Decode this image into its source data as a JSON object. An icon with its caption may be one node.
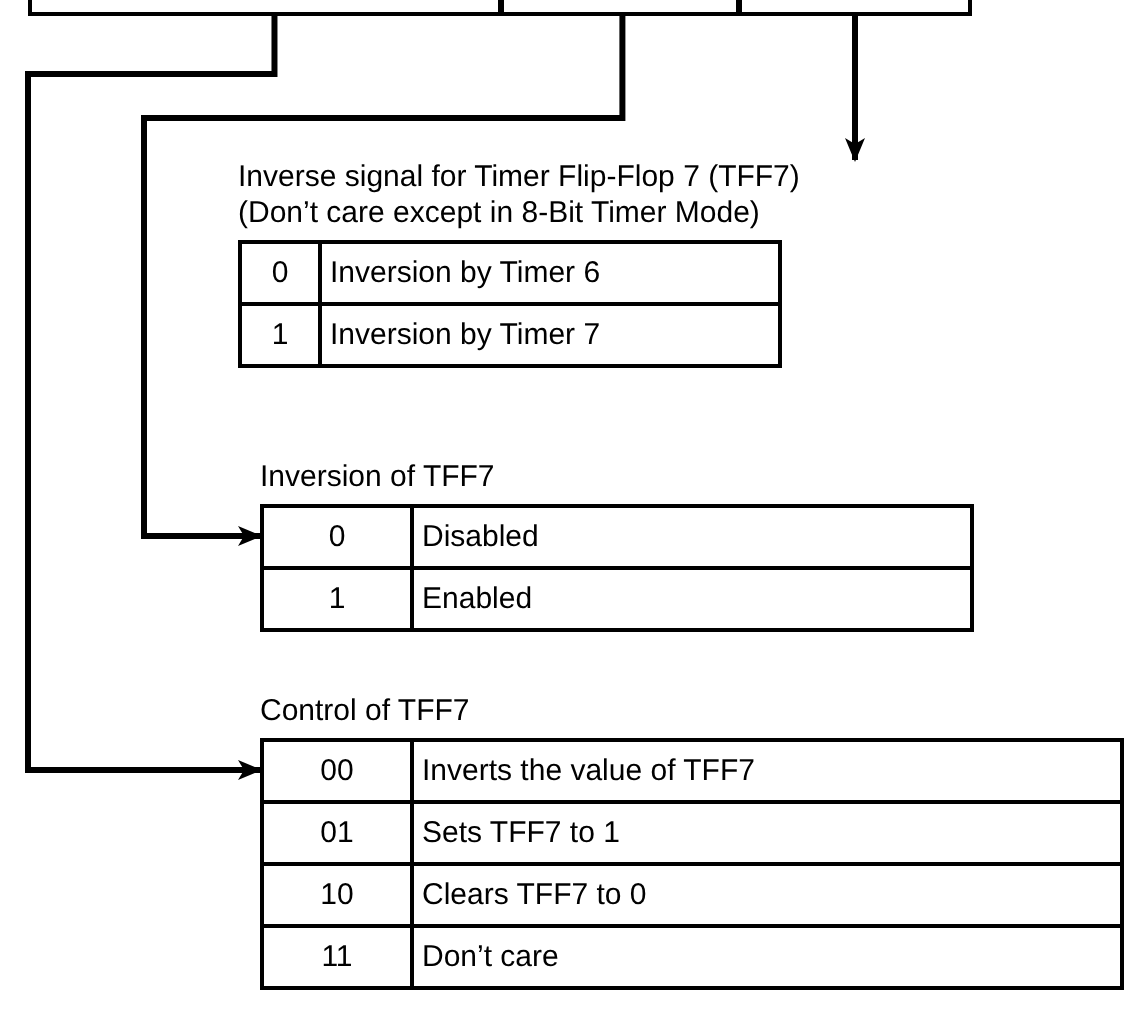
{
  "diagram": {
    "nodes": [
      {
        "text": [],
        "shape": "box"
      },
      {
        "text": [],
        "shape": "box"
      },
      {
        "text": [],
        "shape": "box"
      },
      {
        "text": [
          "Inverse signal for Timer Flip-Flop 7 (TFF7)",
          "(Don’t care except in 8-Bit Timer Mode)",
          "0",
          "Inversion by Timer 6",
          "1",
          "Inversion by Timer 7"
        ]
      },
      {
        "text": [
          "Inversion of TFF7",
          "0",
          "Disabled",
          "1",
          "Enabled"
        ]
      },
      {
        "text": [
          "Control of TFF7",
          "00",
          "Inverts the value of TFF7",
          "01",
          "Sets TFF7 to 1",
          "10",
          "Clears TFF7 to 0",
          "11",
          "Don’t care"
        ]
      }
    ],
    "edges": [
      {
        "from": 2,
        "to": 3,
        "arrow": "to"
      },
      {
        "from": 1,
        "to": 4,
        "arrow": "to"
      },
      {
        "from": 0,
        "to": 5,
        "arrow": "to"
      }
    ]
  }
}
